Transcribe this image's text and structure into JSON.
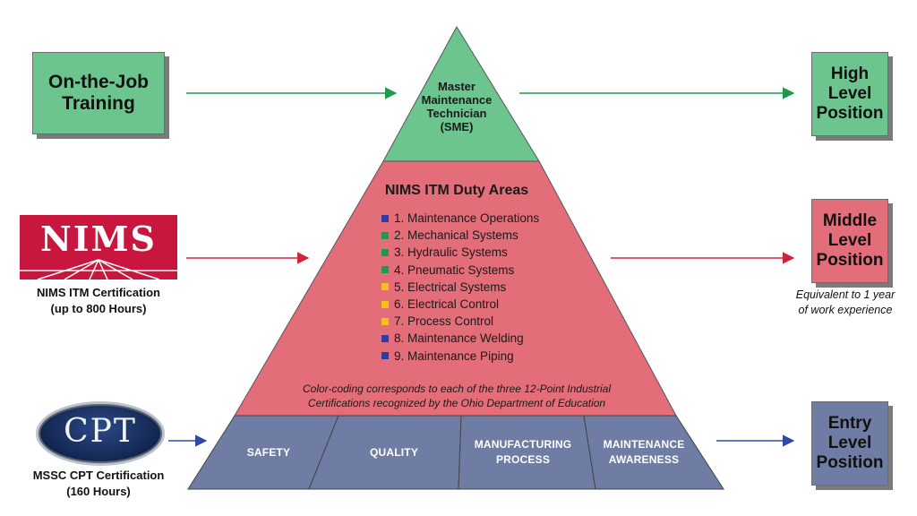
{
  "left": {
    "ojt_box": {
      "text": "On-the-Job Training"
    },
    "nims_logo": {
      "text": "NIMS"
    },
    "nims_caption": {
      "line1": "NIMS ITM Certification",
      "line2": "(up to 800 Hours)"
    },
    "cpt_logo": {
      "text": "CPT"
    },
    "cpt_caption": {
      "line1": "MSSC CPT Certification",
      "line2": "(160 Hours)"
    }
  },
  "pyramid": {
    "top_tier": {
      "line1": "Master",
      "line2": "Maintenance",
      "line3": "Technician",
      "line4": "(SME)"
    },
    "middle_tier": {
      "title": "NIMS ITM Duty Areas",
      "duties": [
        {
          "label": "1. Maintenance Operations",
          "color": "#2b3ea8"
        },
        {
          "label": "2. Mechanical Systems",
          "color": "#1f9a4a"
        },
        {
          "label": "3. Hydraulic Systems",
          "color": "#1f9a4a"
        },
        {
          "label": "4. Pneumatic Systems",
          "color": "#1f9a4a"
        },
        {
          "label": "5. Electrical Systems",
          "color": "#f2c21b"
        },
        {
          "label": "6. Electrical Control",
          "color": "#f2c21b"
        },
        {
          "label": "7. Process Control",
          "color": "#f2c21b"
        },
        {
          "label": "8. Maintenance Welding",
          "color": "#2b3ea8"
        },
        {
          "label": "9. Maintenance Piping",
          "color": "#2b3ea8"
        }
      ],
      "note_line1": "Color-coding corresponds to each of the three 12-Point Industrial",
      "note_line2": "Certifications recognized by the Ohio Department of Education"
    },
    "base": {
      "safety": "SAFETY",
      "quality": "QUALITY",
      "manufacturing_line1": "MANUFACTURING",
      "manufacturing_line2": "PROCESS",
      "maintenance_line1": "MAINTENANCE",
      "maintenance_line2": "AWARENESS"
    }
  },
  "right": {
    "high": {
      "line1": "High",
      "line2": "Level",
      "line3": "Position"
    },
    "middle": {
      "line1": "Middle",
      "line2": "Level",
      "line3": "Position"
    },
    "middle_note": {
      "line1": "Equivalent to 1 year",
      "line2": "of work experience"
    },
    "entry": {
      "line1": "Entry",
      "line2": "Level",
      "line3": "Position"
    }
  },
  "colors": {
    "green": "#6cc58e",
    "red": "#e36d79",
    "slate": "#6f7da4",
    "green_arrow": "#1f9a4a",
    "red_arrow": "#d0243c",
    "blue_arrow": "#2b4aa8"
  }
}
